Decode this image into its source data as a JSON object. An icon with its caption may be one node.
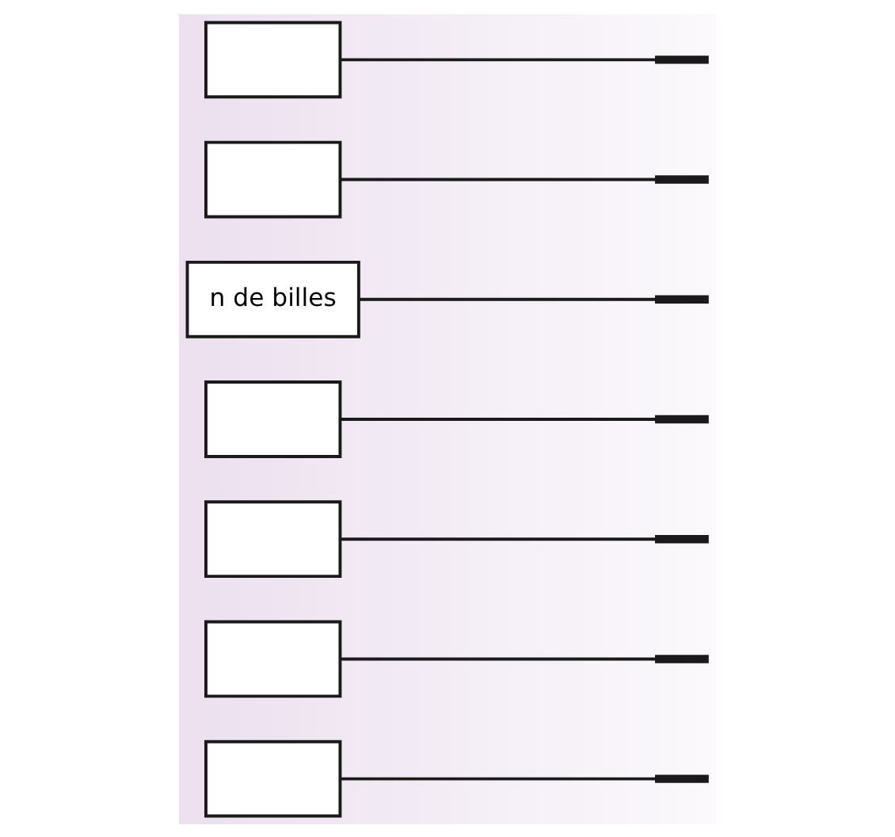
{
  "diagram": {
    "nodes": [
      {
        "text": [],
        "shape": "bar"
      },
      {
        "text": [],
        "shape": "bar"
      },
      {
        "text": [],
        "shape": "bar"
      },
      {
        "text": [],
        "shape": "bar"
      },
      {
        "text": [],
        "shape": "bar"
      },
      {
        "text": [],
        "shape": "bar"
      },
      {
        "text": [],
        "shape": "bar"
      },
      {
        "text": [],
        "shape": "box"
      },
      {
        "text": [],
        "shape": "box"
      },
      {
        "text": [
          "n de billes"
        ]
      },
      {
        "text": [],
        "shape": "box"
      },
      {
        "text": [],
        "shape": "box"
      },
      {
        "text": [],
        "shape": "box"
      },
      {
        "text": [],
        "shape": "box"
      }
    ],
    "edges": [
      {
        "from": 0,
        "to": 7,
        "arrow": "none"
      },
      {
        "from": 1,
        "to": 8,
        "arrow": "none"
      },
      {
        "from": 2,
        "to": 9,
        "arrow": "none"
      },
      {
        "from": 3,
        "to": 10,
        "arrow": "none"
      },
      {
        "from": 4,
        "to": 11,
        "arrow": "none"
      },
      {
        "from": 5,
        "to": 12,
        "arrow": "none"
      },
      {
        "from": 6,
        "to": 13,
        "arrow": "none"
      }
    ]
  }
}
